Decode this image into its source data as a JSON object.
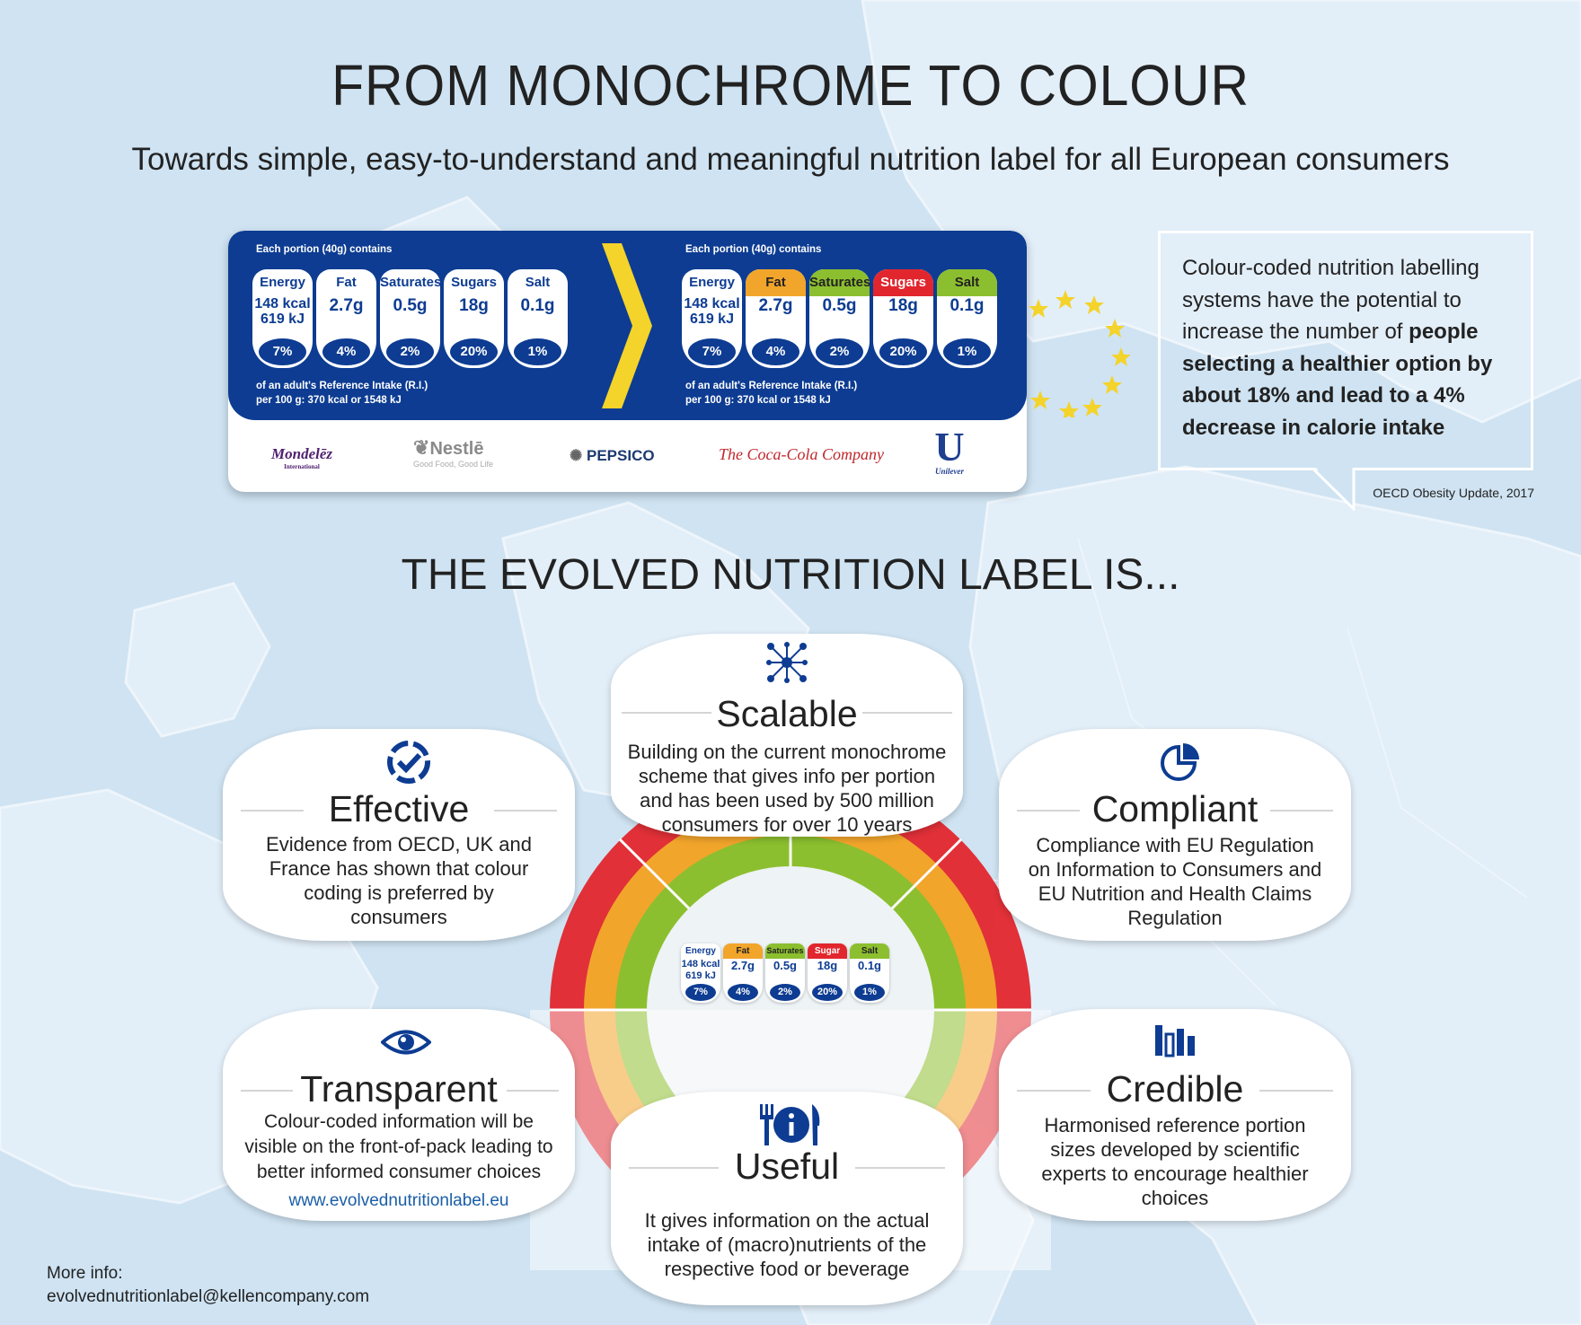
{
  "header": {
    "title": "FROM MONOCHROME TO COLOUR",
    "subtitle": "Towards simple, easy-to-understand and meaningful nutrition label for all European consumers"
  },
  "label": {
    "heading": "Each portion (40g) contains",
    "footer_line1": "of an adult's Reference Intake (R.I.)",
    "footer_line2": "per 100 g: 370 kcal or 1548 kJ",
    "nutrients": [
      {
        "name": "Energy",
        "value1": "148 kcal",
        "value2": "619 kJ",
        "percent": "7%",
        "color": "#ffffff"
      },
      {
        "name": "Fat",
        "value1": "2.7g",
        "value2": "",
        "percent": "4%",
        "color": "#f2a52b"
      },
      {
        "name": "Saturates",
        "value1": "0.5g",
        "value2": "",
        "percent": "2%",
        "color": "#8cbf2f"
      },
      {
        "name": "Sugars",
        "value1": "18g",
        "value2": "",
        "percent": "20%",
        "color": "#e1262d"
      },
      {
        "name": "Salt",
        "value1": "0.1g",
        "value2": "",
        "percent": "1%",
        "color": "#8cbf2f"
      }
    ],
    "brand_color": "#0d3c92"
  },
  "logos": {
    "mondelez": "Mondelēz",
    "mondelez_sub": "International",
    "nestle": "Nestlē",
    "nestle_sub": "Good Food, Good Life",
    "pepsico": "PEPSICO",
    "cocacola": "The Coca-Cola Company",
    "unilever": "Unilever"
  },
  "quote": {
    "text_plain": "Colour-coded nutrition labelling systems have the potential to increase the number of",
    "text_bold": "people selecting a healthier option by about 18% and lead to a 4% decrease in calorie intake",
    "source": "OECD Obesity Update, 2017"
  },
  "section": {
    "title": "THE EVOLVED NUTRITION LABEL IS..."
  },
  "features": {
    "scalable": {
      "title": "Scalable",
      "body": "Building on the current monochrome scheme that gives info per portion and has been used by 500 million consumers for over 10 years",
      "icon": "network-icon"
    },
    "effective": {
      "title": "Effective",
      "body": "Evidence from OECD, UK and France has shown that colour coding is preferred by consumers",
      "icon": "check-badge-icon"
    },
    "compliant": {
      "title": "Compliant",
      "body": "Compliance with EU Regulation on Information to Consumers and EU Nutrition and Health Claims Regulation",
      "icon": "pie-chart-icon"
    },
    "transparent": {
      "title": "Transparent",
      "body": "Colour-coded information will be visible on the front-of-pack leading to better informed consumer choices",
      "link": "www.evolvednutritionlabel.eu",
      "icon": "eye-icon"
    },
    "useful": {
      "title": "Useful",
      "body": "It gives information on the actual intake of (macro)nutrients of the respective food or beverage",
      "icon": "cutlery-info-icon"
    },
    "credible": {
      "title": "Credible",
      "body": "Harmonised reference portion sizes developed by scientific experts to encourage healthier choices",
      "icon": "bar-chart-icon"
    }
  },
  "mini_label": {
    "nutrients": [
      {
        "name": "Energy",
        "value1": "148 kcal",
        "value2": "619 kJ",
        "percent": "7%",
        "color": "#ffffff"
      },
      {
        "name": "Fat",
        "value1": "2.7g",
        "value2": "",
        "percent": "4%",
        "color": "#f2a52b"
      },
      {
        "name": "Saturates",
        "value1": "0.5g",
        "value2": "",
        "percent": "2%",
        "color": "#8cbf2f"
      },
      {
        "name": "Sugar",
        "value1": "18g",
        "value2": "",
        "percent": "20%",
        "color": "#e1262d"
      },
      {
        "name": "Salt",
        "value1": "0.1g",
        "value2": "",
        "percent": "1%",
        "color": "#8cbf2f"
      }
    ]
  },
  "footer": {
    "label": "More info:",
    "email": "evolvednutritionlabel@kellencompany.com"
  },
  "colors": {
    "background": "#cfe3f2",
    "red": "#e1262d",
    "orange": "#f2a52b",
    "green": "#8cbf2f",
    "star": "#f4d32a"
  }
}
